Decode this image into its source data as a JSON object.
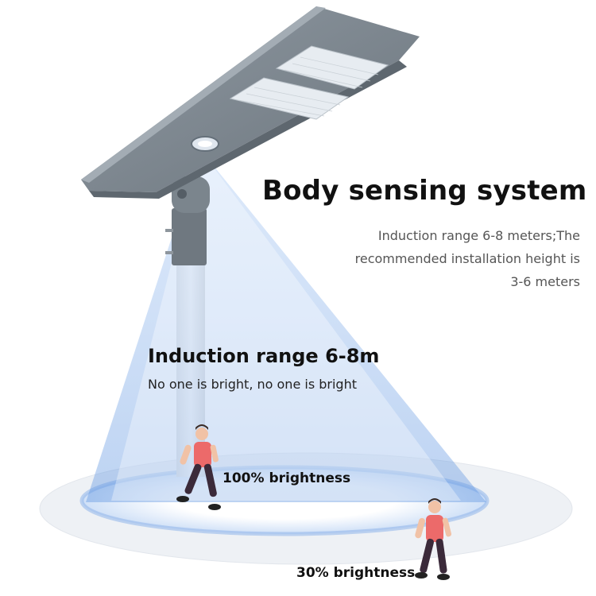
{
  "headline": "Body sensing system",
  "description": {
    "line1": "Induction range 6-8 meters;The",
    "line2": "recommended installation height is",
    "line3": "3-6 meters"
  },
  "range_title": "Induction range 6-8m",
  "range_subtitle": "No one is bright, no one is bright",
  "brightness_full": "100% brightness",
  "brightness_low": "30% brightness",
  "colors": {
    "background": "#ffffff",
    "lamp_body": "#7d8790",
    "pole": "#e6e8ea",
    "beam": "#6fa3e6",
    "person_shirt": "#ec6a6a",
    "person_pants": "#3b2a3a"
  }
}
